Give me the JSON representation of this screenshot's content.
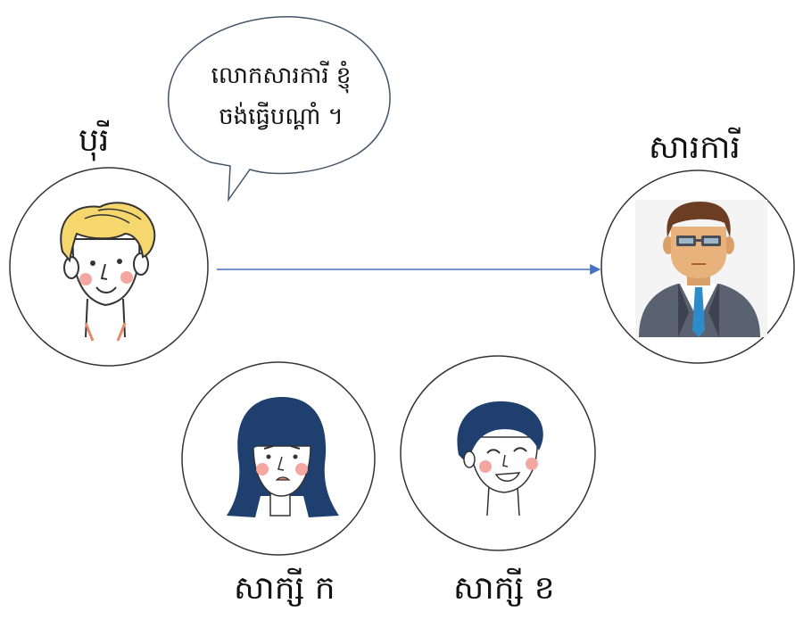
{
  "speech_bubble": {
    "line1": "លោកសារការី ខ្ញុំ",
    "line2": "ចង់ធ្វើបណ្ដាំ ។"
  },
  "people": {
    "testator": {
      "name": "បុរី",
      "icon": "young-man-blond-hair-icon"
    },
    "notary": {
      "name": "សារការី",
      "icon": "man-suit-glasses-icon"
    },
    "witness_a": {
      "name": "សាក្សី ក",
      "icon": "woman-dark-hair-worried-icon"
    },
    "witness_b": {
      "name": "សាក្សី ខ",
      "icon": "woman-short-hair-smiling-icon"
    }
  },
  "colors": {
    "arrow": "#4472C4",
    "outline": "#333333"
  }
}
